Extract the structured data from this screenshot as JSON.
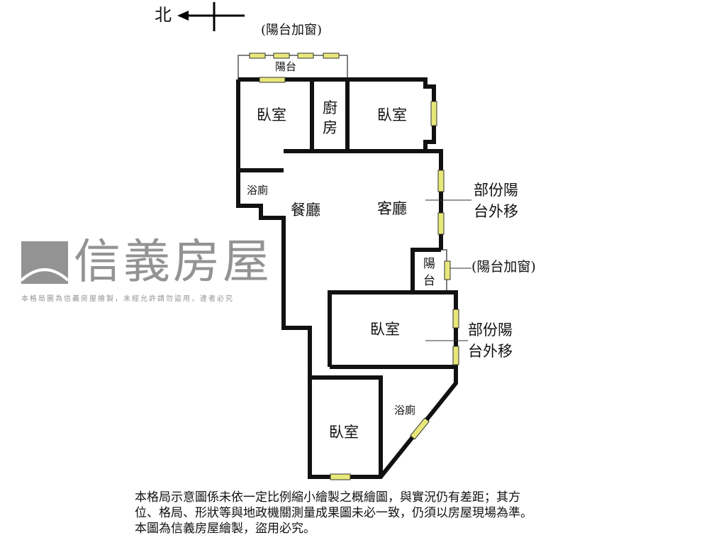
{
  "compass": {
    "north_label": "北"
  },
  "rooms": {
    "bedroom_top_left": "臥室",
    "kitchen_1": "廚",
    "kitchen_2": "房",
    "bedroom_top_right": "臥室",
    "bath_left": "浴廁",
    "dining": "餐廳",
    "living": "客廳",
    "balcony_top": "陽台",
    "balcony_mid_1": "陽",
    "balcony_mid_2": "台",
    "bedroom_middle": "臥室",
    "bath_right": "浴廁",
    "bedroom_bottom": "臥室"
  },
  "annotations": {
    "balcony_window_top": "(陽台加窗)",
    "balcony_window_mid": "(陽台加窗)",
    "partial_balcony_1a": "部份陽",
    "partial_balcony_1b": "台外移",
    "partial_balcony_2a": "部份陽",
    "partial_balcony_2b": "台外移"
  },
  "watermark": {
    "brand": "信義房屋",
    "notice": "本格局圖為信義房屋繪製，未經允許請勿盜用，違者必究"
  },
  "disclaimer": {
    "line1": "本格局示意圖係未依一定比例縮小繪製之概繪圖，與實況仍有差距；其方",
    "line2": "位、格局、形狀等與地政機關測量成果圖未必一致，仍須以房屋現場為準。",
    "line3": "本圖為信義房屋繪製，盜用必究。"
  },
  "colors": {
    "wall": "#111111",
    "window": "#e8e87a",
    "watermark": "#7a7a7a"
  }
}
